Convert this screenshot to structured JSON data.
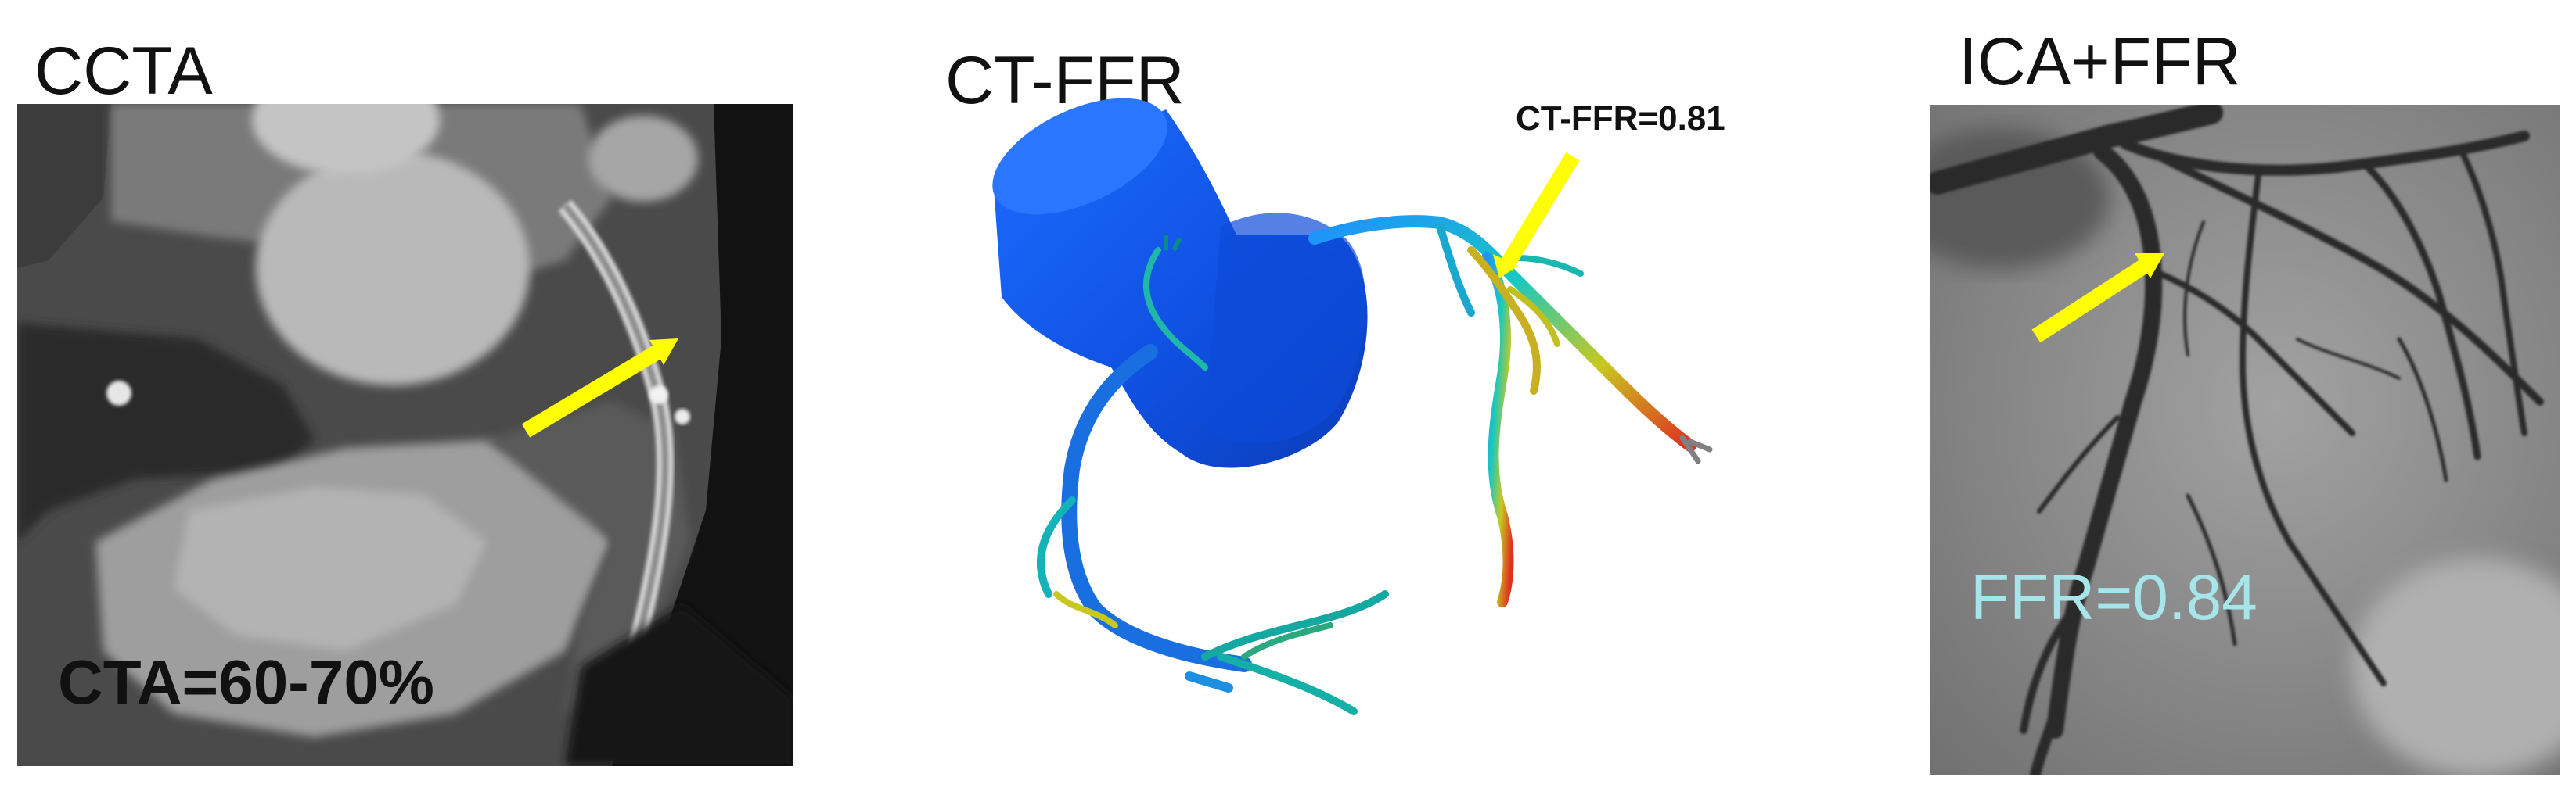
{
  "panels": {
    "ccta": {
      "title": "CCTA",
      "measurement": "CTA=60-70%"
    },
    "ctffr": {
      "title": "CT-FFR",
      "measurement": "CT-FFR=0.81"
    },
    "ica": {
      "title": "ICA+FFR",
      "measurement": "FFR=0.84"
    }
  },
  "colors": {
    "arrow": "#ffff00",
    "aorta": "#1456ea",
    "ica_text": "#a6e6ea",
    "ct_dark": "#1a1a1a",
    "angio_bg": "#8f8f8f"
  },
  "icons": [
    "stenosis-arrow-icon",
    "stenosis-arrow-icon",
    "stenosis-arrow-icon"
  ]
}
